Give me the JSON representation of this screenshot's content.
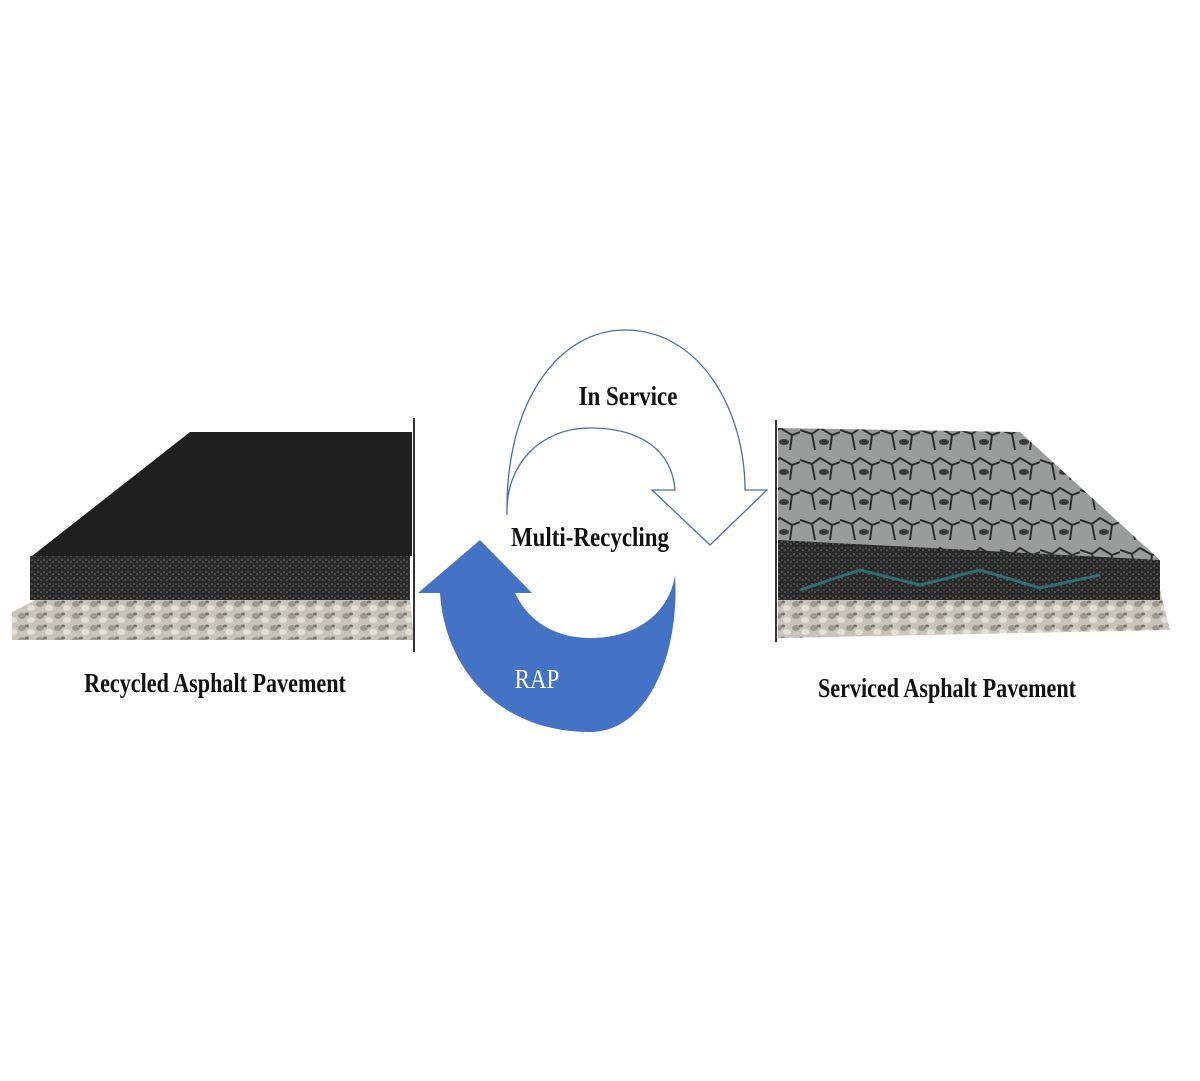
{
  "labels": {
    "left_pavement": "Recycled Asphalt Pavement",
    "right_pavement": "Serviced Asphalt Pavement",
    "in_service": "In Service",
    "multi_recycling": "Multi-Recycling",
    "rap": "RAP"
  },
  "colors": {
    "rap_arrow": "#4472C4",
    "outline_arrow": "#4A6FA8",
    "new_asphalt": "#1c1c1c",
    "aged_asphalt": "#8a8c8c"
  }
}
